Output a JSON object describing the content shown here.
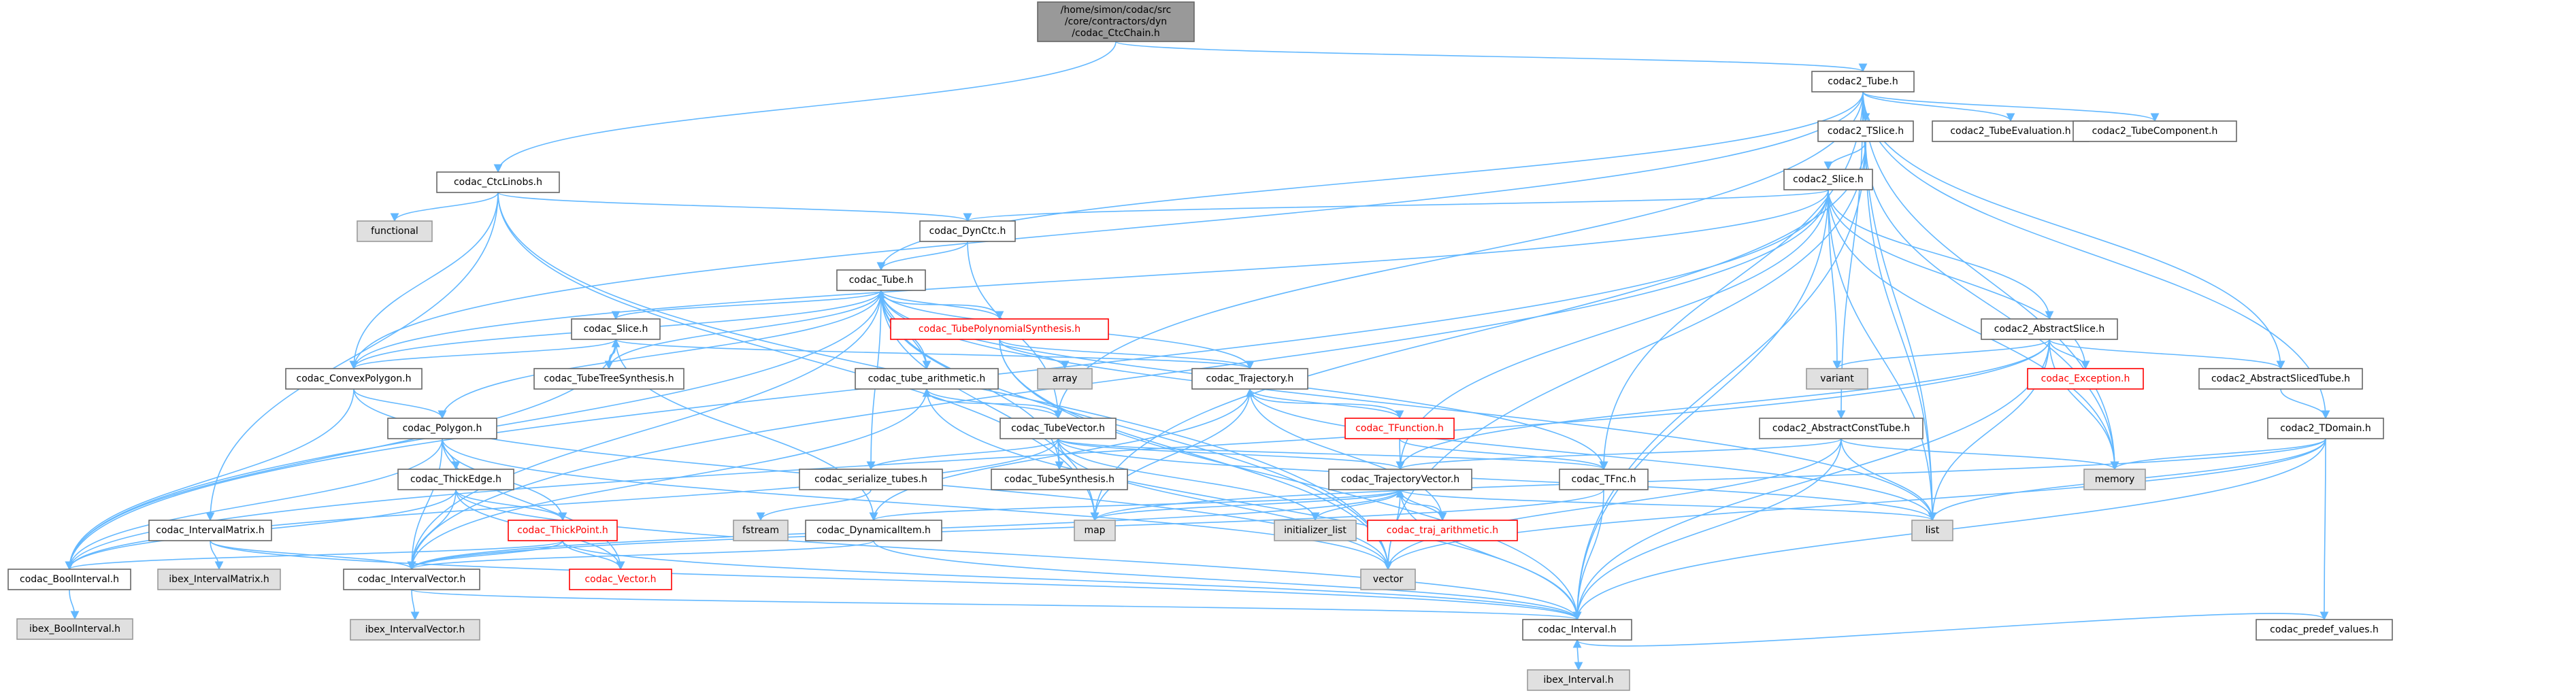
{
  "diagram": {
    "colors": {
      "root_fill": "#999999",
      "normal_fill": "#ffffff",
      "normal_stroke": "#666666",
      "external_fill": "#e0e0e0",
      "external_stroke": "#999999",
      "truncated_stroke": "#ff0000",
      "truncated_text": "#ff0000",
      "edge": "#63b8ff",
      "text": "#000000"
    },
    "nodes": [
      {
        "id": "root",
        "label": "/home/simon/codac/src\n/core/contractors/dyn\n/codac_CtcChain.h",
        "kind": "root"
      },
      {
        "id": "codac2_tube",
        "label": "codac2_Tube.h",
        "kind": "normal"
      },
      {
        "id": "ctclinobs",
        "label": "codac_CtcLinobs.h",
        "kind": "normal"
      },
      {
        "id": "codac2_tslice",
        "label": "codac2_TSlice.h",
        "kind": "normal"
      },
      {
        "id": "tubeeval",
        "label": "codac2_TubeEvaluation.h",
        "kind": "normal"
      },
      {
        "id": "tubecomp",
        "label": "codac2_TubeComponent.h",
        "kind": "normal"
      },
      {
        "id": "functional",
        "label": "functional",
        "kind": "external"
      },
      {
        "id": "codac2_slice",
        "label": "codac2_Slice.h",
        "kind": "normal"
      },
      {
        "id": "dynctc",
        "label": "codac_DynCtc.h",
        "kind": "normal"
      },
      {
        "id": "tube",
        "label": "codac_Tube.h",
        "kind": "normal"
      },
      {
        "id": "slice",
        "label": "codac_Slice.h",
        "kind": "normal"
      },
      {
        "id": "tubepoly",
        "label": "codac_TubePolynomialSynthesis.h",
        "kind": "truncated"
      },
      {
        "id": "abstractslice",
        "label": "codac2_AbstractSlice.h",
        "kind": "normal"
      },
      {
        "id": "convexpoly",
        "label": "codac_ConvexPolygon.h",
        "kind": "normal"
      },
      {
        "id": "tubetree",
        "label": "codac_TubeTreeSynthesis.h",
        "kind": "normal"
      },
      {
        "id": "array",
        "label": "array",
        "kind": "external"
      },
      {
        "id": "trajectory",
        "label": "codac_Trajectory.h",
        "kind": "normal"
      },
      {
        "id": "variant",
        "label": "variant",
        "kind": "external"
      },
      {
        "id": "exception",
        "label": "codac_Exception.h",
        "kind": "truncated"
      },
      {
        "id": "abstractsliced",
        "label": "codac2_AbstractSlicedTube.h",
        "kind": "normal"
      },
      {
        "id": "tubearith",
        "label": "codac_tube_arithmetic.h",
        "kind": "normal"
      },
      {
        "id": "polygon",
        "label": "codac_Polygon.h",
        "kind": "normal"
      },
      {
        "id": "tubevector",
        "label": "codac_TubeVector.h",
        "kind": "normal"
      },
      {
        "id": "tfunction",
        "label": "codac_TFunction.h",
        "kind": "truncated"
      },
      {
        "id": "abstractconst",
        "label": "codac2_AbstractConstTube.h",
        "kind": "normal"
      },
      {
        "id": "tdomain",
        "label": "codac2_TDomain.h",
        "kind": "normal"
      },
      {
        "id": "thickedge",
        "label": "codac_ThickEdge.h",
        "kind": "normal"
      },
      {
        "id": "serialize",
        "label": "codac_serialize_tubes.h",
        "kind": "normal"
      },
      {
        "id": "tubesynth",
        "label": "codac_TubeSynthesis.h",
        "kind": "normal"
      },
      {
        "id": "trajvector",
        "label": "codac_TrajectoryVector.h",
        "kind": "normal"
      },
      {
        "id": "tfnc",
        "label": "codac_TFnc.h",
        "kind": "normal"
      },
      {
        "id": "memory",
        "label": "memory",
        "kind": "external"
      },
      {
        "id": "intervalmatrix",
        "label": "codac_IntervalMatrix.h",
        "kind": "normal"
      },
      {
        "id": "thickpoint",
        "label": "codac_ThickPoint.h",
        "kind": "truncated"
      },
      {
        "id": "fstream",
        "label": "fstream",
        "kind": "external"
      },
      {
        "id": "map",
        "label": "map",
        "kind": "external"
      },
      {
        "id": "dynamicalitem",
        "label": "codac_DynamicalItem.h",
        "kind": "normal"
      },
      {
        "id": "initlist",
        "label": "initializer_list",
        "kind": "external"
      },
      {
        "id": "trajarith",
        "label": "codac_traj_arithmetic.h",
        "kind": "truncated"
      },
      {
        "id": "list",
        "label": "list",
        "kind": "external"
      },
      {
        "id": "boolinterval",
        "label": "codac_BoolInterval.h",
        "kind": "normal"
      },
      {
        "id": "ibexintervalmatrix",
        "label": "ibex_IntervalMatrix.h",
        "kind": "external"
      },
      {
        "id": "intervalvector",
        "label": "codac_IntervalVector.h",
        "kind": "normal"
      },
      {
        "id": "vector_cls",
        "label": "codac_Vector.h",
        "kind": "truncated"
      },
      {
        "id": "vector",
        "label": "vector",
        "kind": "external"
      },
      {
        "id": "predef",
        "label": "codac_predef_values.h",
        "kind": "normal"
      },
      {
        "id": "ibexbool",
        "label": "ibex_BoolInterval.h",
        "kind": "external"
      },
      {
        "id": "ibexintervalvector",
        "label": "ibex_IntervalVector.h",
        "kind": "external"
      },
      {
        "id": "interval",
        "label": "codac_Interval.h",
        "kind": "normal"
      },
      {
        "id": "ibexinterval",
        "label": "ibex_Interval.h",
        "kind": "external"
      }
    ],
    "edges": [
      [
        "root",
        "codac2_tube"
      ],
      [
        "root",
        "ctclinobs"
      ],
      [
        "codac2_tube",
        "codac2_tslice"
      ],
      [
        "codac2_tube",
        "tubeeval"
      ],
      [
        "codac2_tube",
        "tubecomp"
      ],
      [
        "codac2_tube",
        "abstractsliced"
      ],
      [
        "codac2_tube",
        "abstractconst"
      ],
      [
        "codac2_tube",
        "tdomain"
      ],
      [
        "codac2_tube",
        "tube"
      ],
      [
        "codac2_tube",
        "tubevector"
      ],
      [
        "codac2_tube",
        "convexpoly"
      ],
      [
        "codac2_tube",
        "tfnc"
      ],
      [
        "codac2_tube",
        "memory"
      ],
      [
        "codac2_tube",
        "list"
      ],
      [
        "ctclinobs",
        "functional"
      ],
      [
        "ctclinobs",
        "dynctc"
      ],
      [
        "ctclinobs",
        "convexpoly"
      ],
      [
        "ctclinobs",
        "intervalmatrix"
      ],
      [
        "ctclinobs",
        "map"
      ],
      [
        "ctclinobs",
        "vector"
      ],
      [
        "codac2_tslice",
        "codac2_slice"
      ],
      [
        "codac2_tslice",
        "memory"
      ],
      [
        "codac2_tslice",
        "list"
      ],
      [
        "codac2_tslice",
        "interval"
      ],
      [
        "codac2_tslice",
        "map"
      ],
      [
        "codac2_tslice",
        "vector"
      ],
      [
        "codac2_slice",
        "dynctc"
      ],
      [
        "codac2_slice",
        "abstractslice"
      ],
      [
        "codac2_slice",
        "variant"
      ],
      [
        "codac2_slice",
        "exception"
      ],
      [
        "codac2_slice",
        "memory"
      ],
      [
        "codac2_slice",
        "list"
      ],
      [
        "codac2_slice",
        "trajvector"
      ],
      [
        "codac2_slice",
        "interval"
      ],
      [
        "codac2_slice",
        "boolinterval"
      ],
      [
        "codac2_slice",
        "convexpoly"
      ],
      [
        "codac2_slice",
        "intervalvector"
      ],
      [
        "dynctc",
        "tube"
      ],
      [
        "dynctc",
        "tubevector"
      ],
      [
        "tube",
        "slice"
      ],
      [
        "tube",
        "tubepoly"
      ],
      [
        "tube",
        "tubetree"
      ],
      [
        "tube",
        "trajectory"
      ],
      [
        "tube",
        "tubearith"
      ],
      [
        "tube",
        "polygon"
      ],
      [
        "tube",
        "serialize"
      ],
      [
        "tube",
        "tubesynth"
      ],
      [
        "tube",
        "tfnc"
      ],
      [
        "tube",
        "list"
      ],
      [
        "tube",
        "vector"
      ],
      [
        "tube",
        "boolinterval"
      ],
      [
        "tube",
        "intervalvector"
      ],
      [
        "tube",
        "convexpoly"
      ],
      [
        "tube",
        "map"
      ],
      [
        "slice",
        "tubetree"
      ],
      [
        "slice",
        "convexpoly"
      ],
      [
        "slice",
        "trajectory"
      ],
      [
        "slice",
        "boolinterval"
      ],
      [
        "slice",
        "dynamicalitem"
      ],
      [
        "tubepoly",
        "array"
      ],
      [
        "tubepoly",
        "trajectory"
      ],
      [
        "tubepoly",
        "tube"
      ],
      [
        "tubepoly",
        "interval"
      ],
      [
        "tubepoly",
        "vector"
      ],
      [
        "abstractslice",
        "variant"
      ],
      [
        "abstractslice",
        "exception"
      ],
      [
        "abstractslice",
        "abstractsliced"
      ],
      [
        "abstractslice",
        "memory"
      ],
      [
        "abstractslice",
        "list"
      ],
      [
        "abstractslice",
        "trajvector"
      ],
      [
        "abstractslice",
        "interval"
      ],
      [
        "abstractslice",
        "boolinterval"
      ],
      [
        "convexpoly",
        "polygon"
      ],
      [
        "convexpoly",
        "boolinterval"
      ],
      [
        "convexpoly",
        "vector"
      ],
      [
        "tubetree",
        "slice"
      ],
      [
        "trajectory",
        "tfunction"
      ],
      [
        "trajectory",
        "trajarith"
      ],
      [
        "trajectory",
        "map"
      ],
      [
        "trajectory",
        "dynamicalitem"
      ],
      [
        "trajectory",
        "list"
      ],
      [
        "abstractsliced",
        "tdomain"
      ],
      [
        "tubearith",
        "tube"
      ],
      [
        "tubearith",
        "tubevector"
      ],
      [
        "tubearith",
        "intervalvector"
      ],
      [
        "tubearith",
        "interval"
      ],
      [
        "polygon",
        "thickedge"
      ],
      [
        "polygon",
        "thickpoint"
      ],
      [
        "polygon",
        "vector_cls"
      ],
      [
        "polygon",
        "intervalvector"
      ],
      [
        "polygon",
        "boolinterval"
      ],
      [
        "polygon",
        "vector"
      ],
      [
        "tubevector",
        "tubearith"
      ],
      [
        "tubevector",
        "serialize"
      ],
      [
        "tubevector",
        "tubesynth"
      ],
      [
        "tubevector",
        "trajvector"
      ],
      [
        "tubevector",
        "tfnc"
      ],
      [
        "tubevector",
        "initlist"
      ],
      [
        "tubevector",
        "list"
      ],
      [
        "tubevector",
        "vector"
      ],
      [
        "tubevector",
        "boolinterval"
      ],
      [
        "tfunction",
        "trajectory"
      ],
      [
        "tfunction",
        "trajvector"
      ],
      [
        "tfunction",
        "tfnc"
      ],
      [
        "abstractconst",
        "trajvector"
      ],
      [
        "abstractconst",
        "memory"
      ],
      [
        "abstractconst",
        "list"
      ],
      [
        "abstractconst",
        "interval"
      ],
      [
        "abstractconst",
        "vector"
      ],
      [
        "tdomain",
        "memory"
      ],
      [
        "tdomain",
        "list"
      ],
      [
        "tdomain",
        "predef"
      ],
      [
        "tdomain",
        "interval"
      ],
      [
        "tdomain",
        "vector"
      ],
      [
        "tdomain",
        "map"
      ],
      [
        "thickedge",
        "thickpoint"
      ],
      [
        "thickedge",
        "vector_cls"
      ],
      [
        "thickedge",
        "intervalvector"
      ],
      [
        "thickedge",
        "boolinterval"
      ],
      [
        "thickedge",
        "interval"
      ],
      [
        "serialize",
        "fstream"
      ],
      [
        "trajvector",
        "trajarith"
      ],
      [
        "trajvector",
        "initlist"
      ],
      [
        "trajvector",
        "map"
      ],
      [
        "trajvector",
        "dynamicalitem"
      ],
      [
        "trajvector",
        "intervalvector"
      ],
      [
        "trajvector",
        "list"
      ],
      [
        "trajvector",
        "interval"
      ],
      [
        "trajvector",
        "vector"
      ],
      [
        "tfnc",
        "interval"
      ],
      [
        "tfnc",
        "intervalvector"
      ],
      [
        "intervalmatrix",
        "ibexintervalmatrix"
      ],
      [
        "intervalmatrix",
        "intervalvector"
      ],
      [
        "intervalmatrix",
        "interval"
      ],
      [
        "thickpoint",
        "vector_cls"
      ],
      [
        "thickpoint",
        "intervalvector"
      ],
      [
        "thickpoint",
        "boolinterval"
      ],
      [
        "thickpoint",
        "interval"
      ],
      [
        "dynamicalitem",
        "interval"
      ],
      [
        "dynamicalitem",
        "intervalvector"
      ],
      [
        "trajarith",
        "trajvector"
      ],
      [
        "boolinterval",
        "ibexbool"
      ],
      [
        "intervalvector",
        "ibexintervalvector"
      ],
      [
        "intervalvector",
        "interval"
      ],
      [
        "predef",
        "interval"
      ],
      [
        "interval",
        "ibexinterval"
      ]
    ]
  }
}
